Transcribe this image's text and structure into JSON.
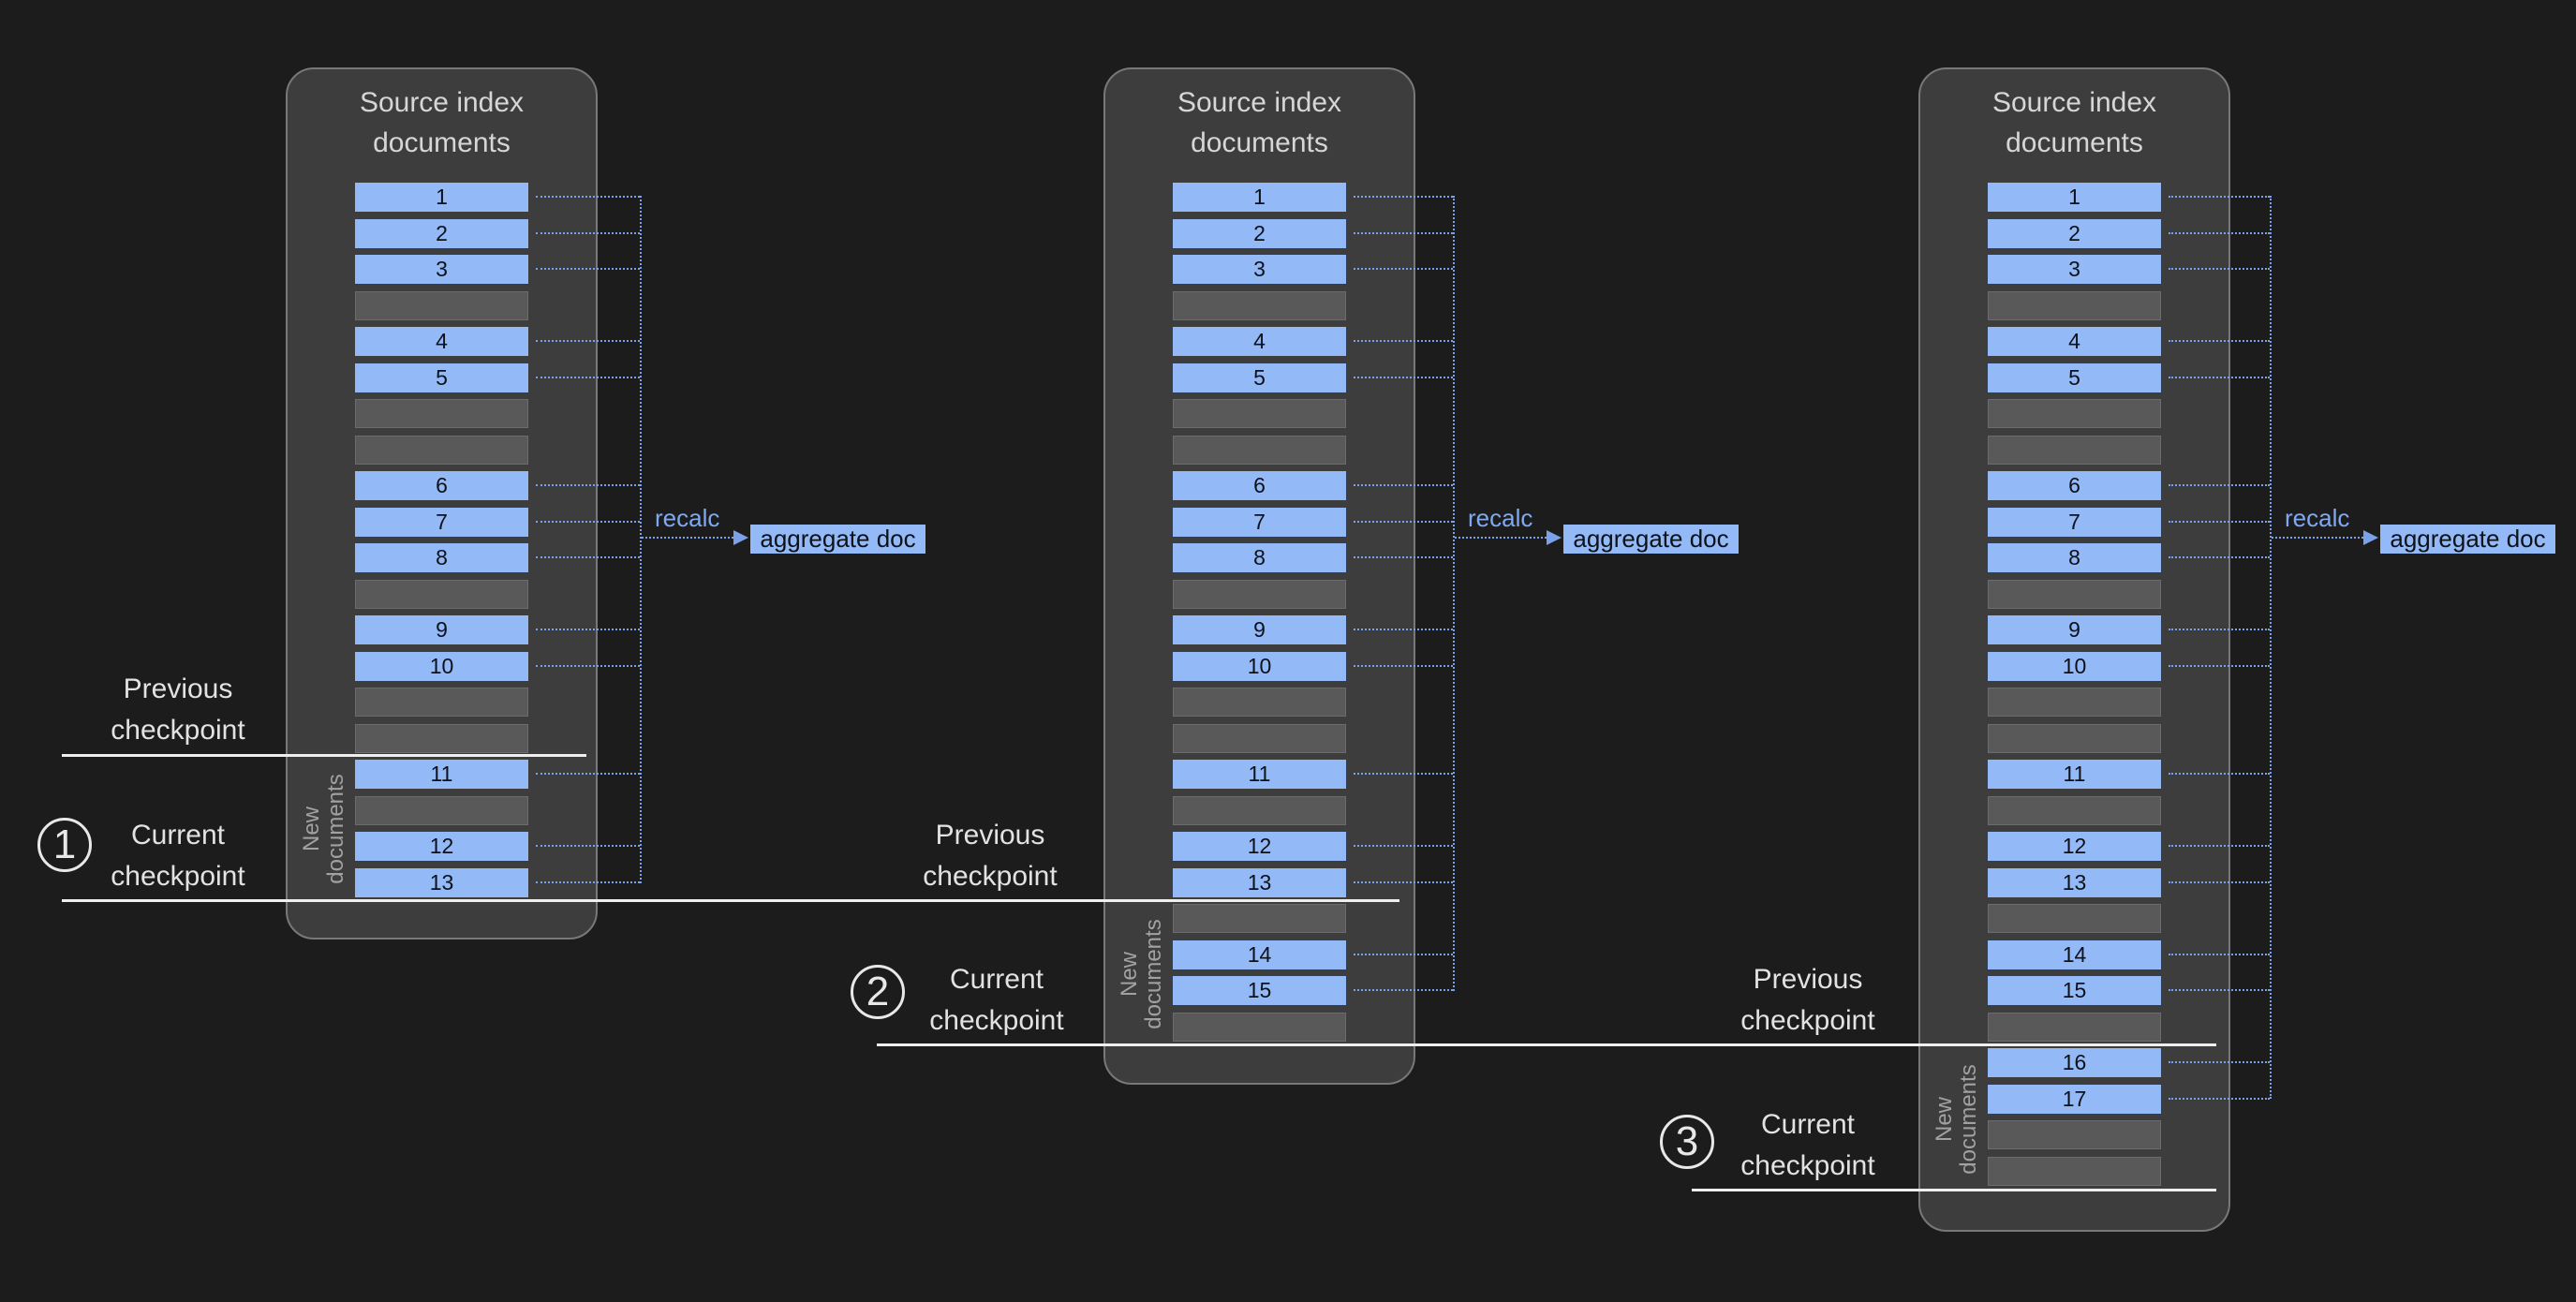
{
  "diagram": {
    "panel_title": "Source index documents",
    "recalc_label": "recalc",
    "aggregate_label": "aggregate doc",
    "previous_checkpoint_label": "Previous checkpoint",
    "current_checkpoint_label": "Current checkpoint",
    "new_documents_label": "New documents",
    "colors": {
      "background": "#1c1c1d",
      "panel_fill": "#3d3d3e",
      "panel_border": "#78787b",
      "doc_fill": "#93baf7",
      "doc_text": "#0d1119",
      "empty_fill": "#59595a",
      "connector_blue": "#7ba2e8",
      "recalc_text": "#7fa9f2",
      "checkpoint_line": "#efefef",
      "label_text": "#e2e2e2"
    },
    "panels": [
      {
        "badge": "1",
        "slots": [
          "1",
          "2",
          "3",
          "",
          "4",
          "5",
          "",
          "",
          "6",
          "7",
          "8",
          "",
          "9",
          "10",
          "",
          "",
          "11",
          "",
          "12",
          "13"
        ]
      },
      {
        "badge": "2",
        "slots": [
          "1",
          "2",
          "3",
          "",
          "4",
          "5",
          "",
          "",
          "6",
          "7",
          "8",
          "",
          "9",
          "10",
          "",
          "",
          "11",
          "",
          "12",
          "13",
          "",
          "14",
          "15",
          ""
        ]
      },
      {
        "badge": "3",
        "slots": [
          "1",
          "2",
          "3",
          "",
          "4",
          "5",
          "",
          "",
          "6",
          "7",
          "8",
          "",
          "9",
          "10",
          "",
          "",
          "11",
          "",
          "12",
          "13",
          "",
          "14",
          "15",
          "",
          "16",
          "17",
          "",
          ""
        ]
      }
    ]
  }
}
